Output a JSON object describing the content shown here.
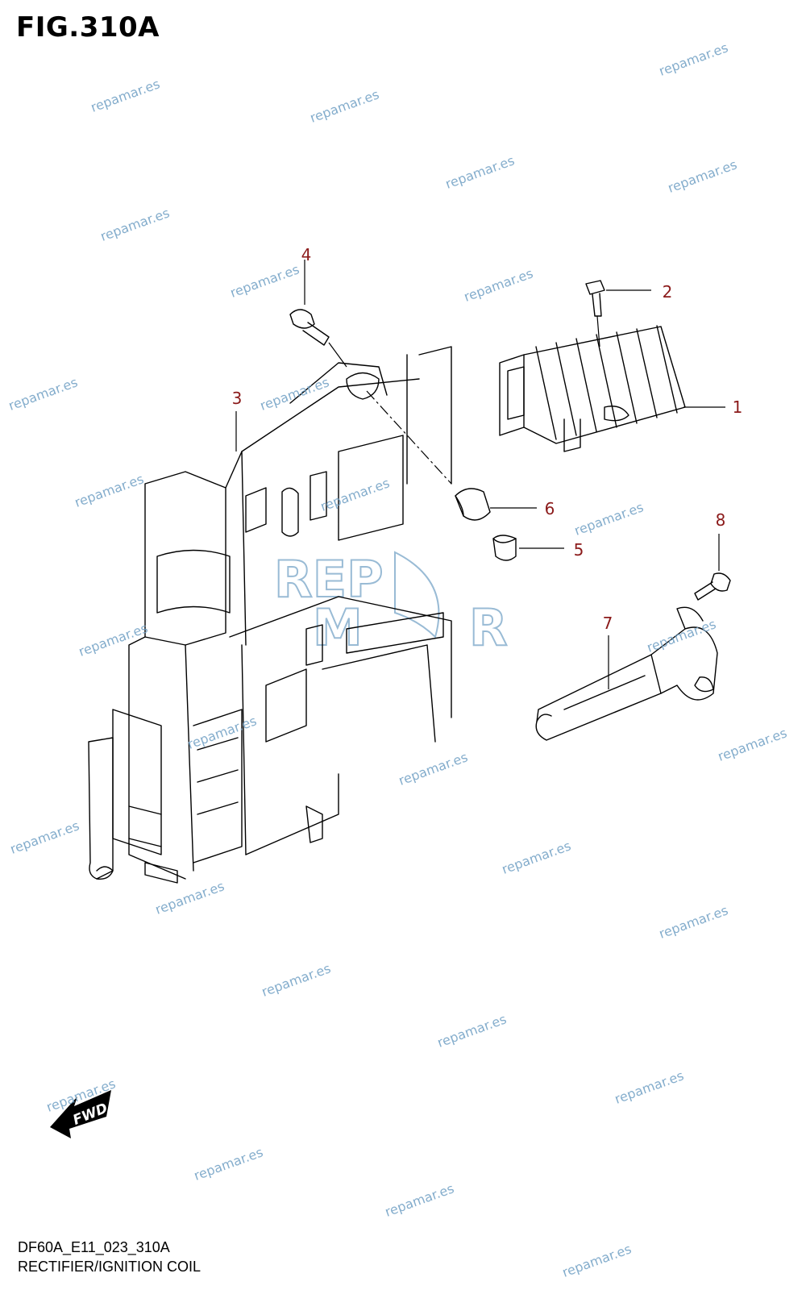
{
  "figure": {
    "title": "FIG.310A",
    "code": "DF60A_E11_023_310A",
    "caption": "RECTIFIER/IGNITION COIL"
  },
  "callouts": [
    {
      "id": "part-1",
      "label": "1"
    },
    {
      "id": "part-2",
      "label": "2"
    },
    {
      "id": "part-3",
      "label": "3"
    },
    {
      "id": "part-4",
      "label": "4"
    },
    {
      "id": "part-5",
      "label": "5"
    },
    {
      "id": "part-6",
      "label": "6"
    },
    {
      "id": "part-7",
      "label": "7"
    },
    {
      "id": "part-8",
      "label": "8"
    }
  ],
  "fwd_arrow": {
    "label": "FWD"
  },
  "watermark": {
    "text": "repamar.es",
    "logo_text": [
      "REP",
      "M",
      "R"
    ]
  },
  "colors": {
    "callout": "#8b1a1a",
    "watermark": "#6f9fc4",
    "lines": "#000000"
  }
}
